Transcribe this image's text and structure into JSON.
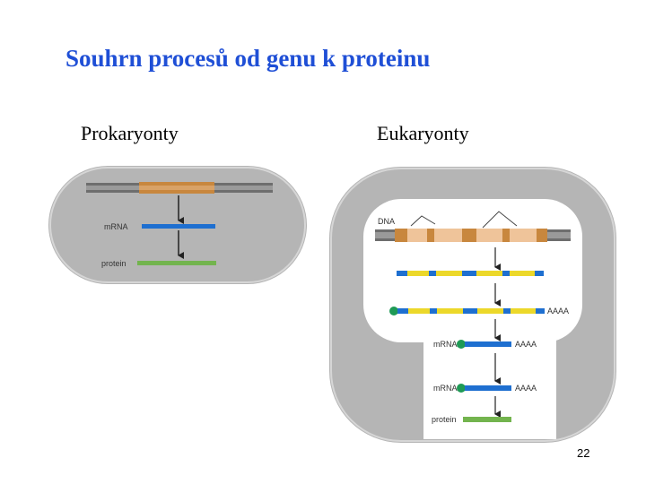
{
  "title": "Souhrn procesů od genu k proteinu",
  "headings": {
    "prokaryotes": "Prokaryonty",
    "eukaryotes": "Eukaryonty"
  },
  "prokaryote_panel": {
    "mrna_label": "mRNA",
    "protein_label": "protein"
  },
  "eukaryote_panel": {
    "dna_label": "DNA",
    "polya_label_1": "AAAA",
    "mrna_label_1": "mRNA",
    "polya_label_2": "AAAA",
    "mrna_label_2": "mRNA",
    "polya_label_3": "AAAA",
    "protein_label": "protein"
  },
  "colors": {
    "title": "#1f4fd6",
    "cell": "#b7b7b7",
    "dna_gray": "#6e6e6e",
    "gene_orange": "#c8873e",
    "intron_peach": "#efc49a",
    "mrna_blue": "#1e6fd0",
    "exon_yellow": "#ecd82a",
    "protein_green": "#73b44e",
    "cap_green": "#1e9a55"
  },
  "page_number": "22"
}
